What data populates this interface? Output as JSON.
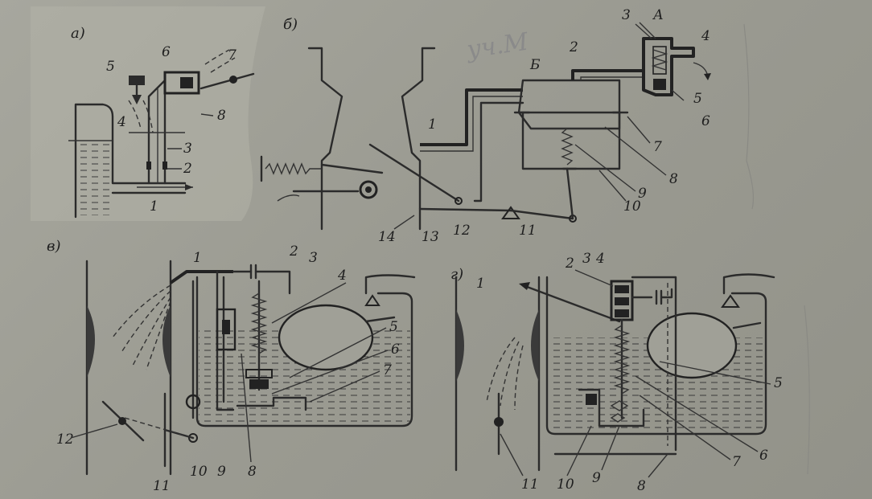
{
  "panels": {
    "a": "а)",
    "b": "б)",
    "v": "в)",
    "g": "г)"
  },
  "stamp": "уч.М",
  "labels_a": [
    "5",
    "6",
    "7",
    "4",
    "8",
    "3",
    "2",
    "1"
  ],
  "labels_b": [
    "3",
    "А",
    "4",
    "2",
    "Б",
    "5",
    "6",
    "1",
    "7",
    "8",
    "9",
    "10",
    "14",
    "13",
    "12",
    "11"
  ],
  "labels_v": [
    "1",
    "2",
    "3",
    "4",
    "5",
    "6",
    "7",
    "12",
    "10",
    "9",
    "11",
    "8"
  ],
  "labels_g": [
    "2",
    "3",
    "4",
    "1",
    "5",
    "6",
    "7",
    "10",
    "9",
    "11",
    "8"
  ],
  "colors": {
    "ink": "#2b2b2b",
    "paper": "#a0a097"
  }
}
